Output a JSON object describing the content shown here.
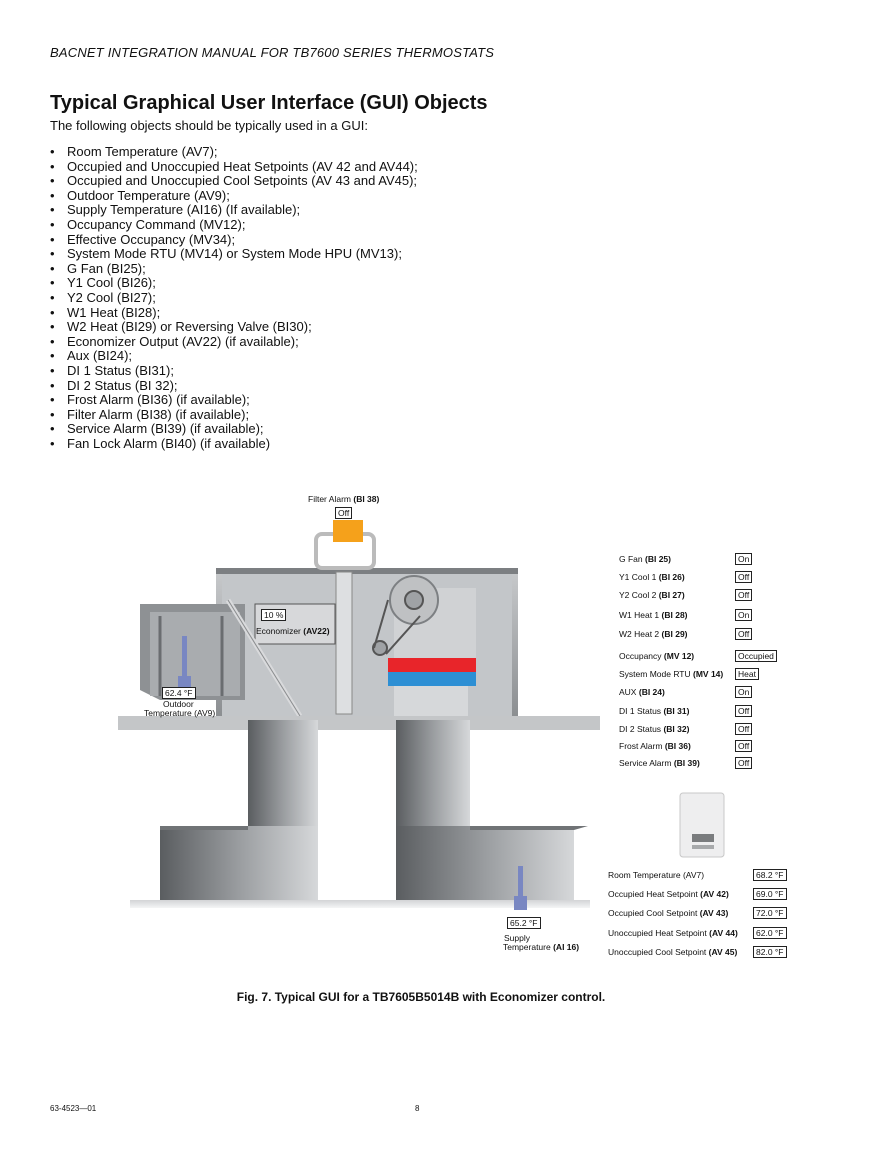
{
  "header": "BACNET INTEGRATION MANUAL FOR TB7600 SERIES THERMOSTATS",
  "title": "Typical Graphical User Interface (GUI) Objects",
  "intro": "The following objects should be typically used in a GUI:",
  "items": [
    "Room Temperature (AV7);",
    "Occupied and Unoccupied Heat Setpoints (AV 42 and AV44);",
    "Occupied and Unoccupied Cool Setpoints (AV 43 and  AV45);",
    "Outdoor Temperature (AV9);",
    "Supply Temperature (AI16) (If available);",
    "Occupancy Command (MV12);",
    "Effective Occupancy (MV34);",
    "System Mode RTU (MV14) or System Mode HPU (MV13);",
    "G Fan (BI25);",
    "Y1 Cool (BI26);",
    "Y2 Cool (BI27);",
    "W1 Heat (BI28);",
    "W2 Heat (BI29) or Reversing Valve (BI30);",
    "Economizer Output (AV22) (if available);",
    "Aux (BI24);",
    "DI 1 Status (BI31);",
    "DI 2 Status (BI 32);",
    "Frost Alarm (BI36) (if available);",
    "Filter Alarm (BI38) (if available);",
    "Service Alarm (BI39) (if available);",
    "Fan Lock Alarm (BI40) (if available)"
  ],
  "figure": {
    "filter_alarm": {
      "name": "Filter Alarm",
      "tag": "(BI 38)",
      "value": "Off"
    },
    "economizer": {
      "value": "10 %",
      "name": "Economizer",
      "tag": "(AV22)"
    },
    "outdoor": {
      "value": "62.4 °F",
      "line1": "Outdoor",
      "line2": "Temperature (AV9)"
    },
    "supply": {
      "value": "65.2 °F",
      "line1": "Supply",
      "line2": "Temperature",
      "tag": "(AI 16)"
    },
    "status_points": [
      {
        "name": "G Fan",
        "tag": "(BI 25)",
        "value": "On"
      },
      {
        "name": "Y1 Cool 1",
        "tag": "(BI 26)",
        "value": "Off"
      },
      {
        "name": "Y2 Cool 2",
        "tag": "(BI 27)",
        "value": "Off"
      },
      {
        "name": "W1 Heat 1",
        "tag": "(BI 28)",
        "value": "On"
      },
      {
        "name": "W2 Heat 2",
        "tag": "(BI 29)",
        "value": "Off"
      },
      {
        "name": "Occupancy",
        "tag": "(MV 12)",
        "value": "Occupied"
      },
      {
        "name": "System Mode RTU",
        "tag": "(MV 14)",
        "value": "Heat"
      },
      {
        "name": "AUX",
        "tag": "(BI 24)",
        "value": "On"
      },
      {
        "name": "DI 1 Status",
        "tag": "(BI 31)",
        "value": "Off"
      },
      {
        "name": "DI 2 Status",
        "tag": "(BI 32)",
        "value": "Off"
      },
      {
        "name": "Frost Alarm",
        "tag": "(BI 36)",
        "value": "Off"
      },
      {
        "name": "Service Alarm",
        "tag": "(BI 39)",
        "value": "Off"
      }
    ],
    "setpoints": [
      {
        "name": "Room Temperature (AV7)",
        "tag": "",
        "value": "68.2 °F"
      },
      {
        "name": "Occupied Heat Setpoint",
        "tag": "(AV 42)",
        "value": "69.0 °F"
      },
      {
        "name": "Occupied Cool Setpoint",
        "tag": "(AV 43)",
        "value": "72.0 °F"
      },
      {
        "name": "Unoccupied Heat Setpoint",
        "tag": "(AV 44)",
        "value": "62.0 °F"
      },
      {
        "name": "Unoccupied Cool Setpoint",
        "tag": "(AV 45)",
        "value": "82.0 °F"
      }
    ]
  },
  "caption": "Fig. 7. Typical GUI for a TB7605B5014B with Economizer control.",
  "footer": {
    "doc_number": "63-4523—01",
    "page": "8"
  }
}
